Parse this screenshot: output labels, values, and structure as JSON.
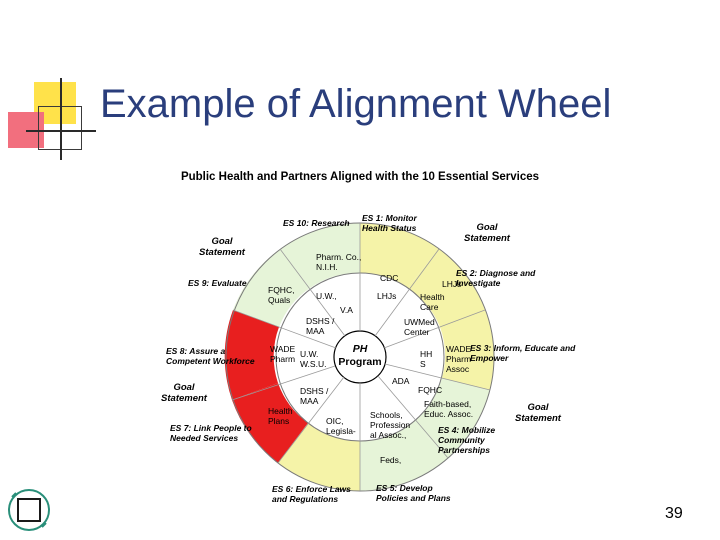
{
  "slide": {
    "title": "Example of Alignment Wheel",
    "page_number": "39"
  },
  "wheel": {
    "title": "Public Health and Partners Aligned with the 10 Essential Services",
    "center_line1": "PH",
    "center_line2": "Program",
    "goals": [
      "Goal Statement",
      "Goal Statement",
      "Goal Statement",
      "Goal Statement"
    ],
    "services": {
      "es1": "ES 1:  Monitor Health Status",
      "es2": "ES 2:  Diagnose and Investigate",
      "es3": "ES 3:  Inform, Educate and Empower",
      "es4": "ES 4:  Mobilize Community Partnerships",
      "es5": "ES 5:  Develop Policies and Plans",
      "es6": "ES 6:  Enforce Laws and Regulations",
      "es7": "ES 7:  Link People to Needed Services",
      "es8": "ES 8:  Assure a Competent Workforce",
      "es9": "ES 9:  Evaluate",
      "es10": "ES 10:  Research"
    },
    "partners": {
      "p_pharm_co": "Pharm. Co., N.I.H.",
      "p_cdc": "CDC",
      "p_lhjs_top": "LHJs",
      "p_lhjs_right": "LHJs",
      "p_health_care": "Health Care",
      "p_uwmed": "UWMed Center",
      "p_fqhc_quals": "FQHC, Quals",
      "p_uw": "U.W.,",
      "p_va": "V.A",
      "p_dshs_maa_top": "DSHS / MAA",
      "p_wadeps_pharm": "WADE Pharm",
      "p_uw_wsu": "U.W. W.S.U.",
      "p_hhs": "HH S",
      "p_wade_pharm_assoc": "WADE Pharm Assoc",
      "p_ada": "ADA",
      "p_dshs_maa_bottom": "DSHS / MAA",
      "p_fqhc": "FQHC",
      "p_faith": "Faith-based, Educ. Assoc.",
      "p_health_plans": "Health Plans",
      "p_oic": "OIC, Legisla-",
      "p_schools": "Schools, Profession al Assoc.,",
      "p_feds": "Feds,"
    }
  }
}
